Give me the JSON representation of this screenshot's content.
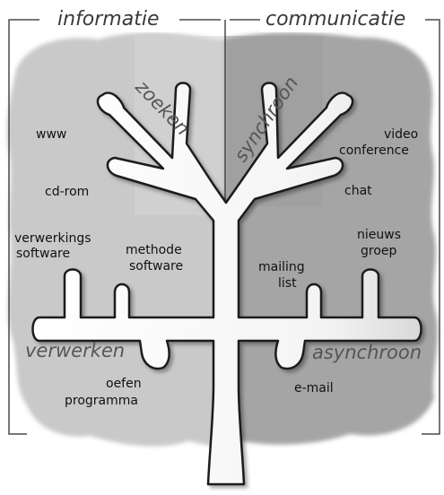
{
  "headers": {
    "left": "informatie",
    "right": "communicatie"
  },
  "categories": {
    "zoeken": "zoeken",
    "synchroon": "synchroon",
    "verwerken": "verwerken",
    "asynchroon": "asynchroon"
  },
  "labels": {
    "www": "www",
    "cdrom": "cd-rom",
    "verwerkings_1": "verwerkings",
    "verwerkings_2": "software",
    "methode_1": "methode",
    "methode_2": "software",
    "oefen_1": "oefen",
    "oefen_2": "programma",
    "video_1": "video",
    "video_2": "conference",
    "chat": "chat",
    "nieuws_1": "nieuws",
    "nieuws_2": "groep",
    "mailing_1": "mailing",
    "mailing_2": "list",
    "email": "e-mail"
  },
  "colors": {
    "left_region": "#c9c9c9",
    "right_region": "#a5a5a5",
    "left_panel": "#d6d6d6",
    "right_panel": "#9c9c9c",
    "tree_fill": "#ffffff",
    "tree_outline": "#1a1a1a",
    "frame": "#4a4a4a"
  }
}
